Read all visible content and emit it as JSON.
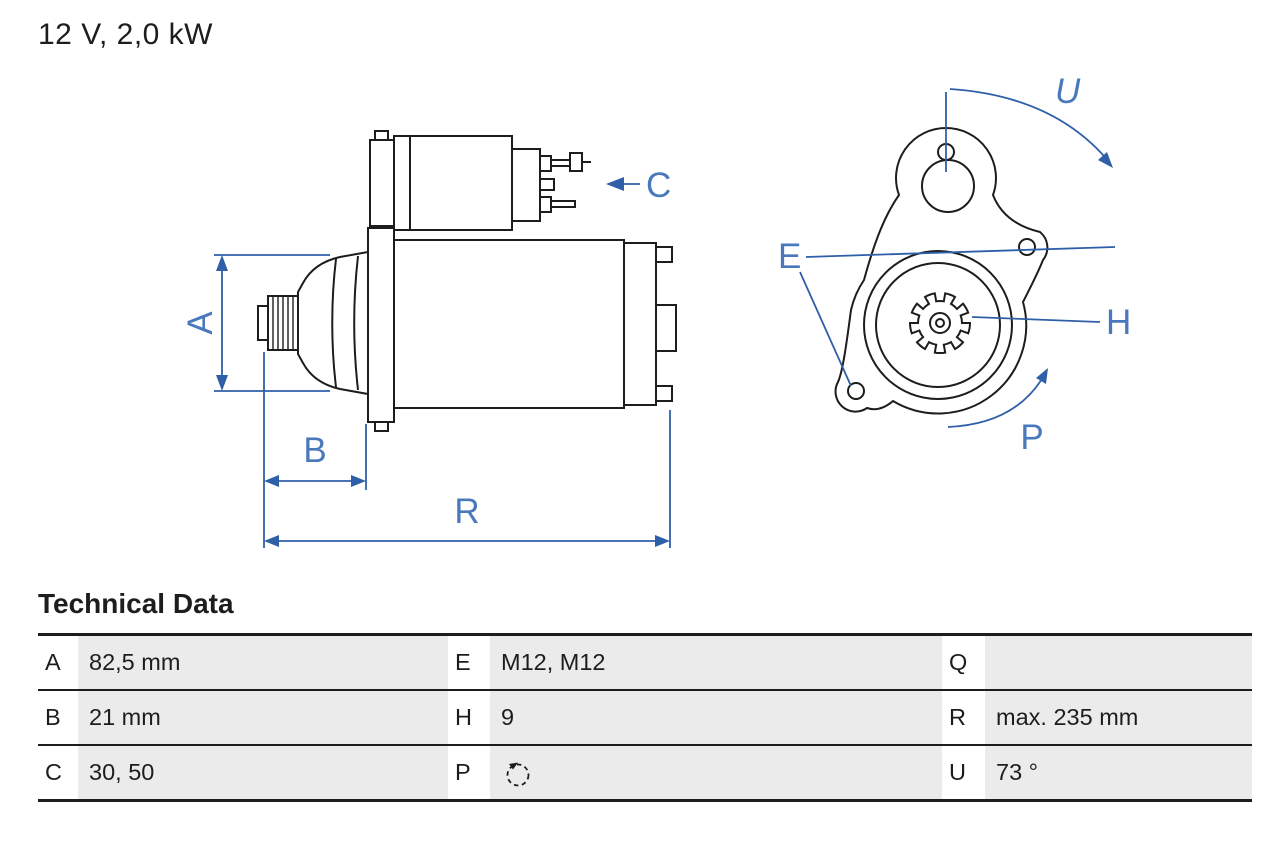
{
  "header": {
    "title": "12 V, 2,0 kW"
  },
  "diagram": {
    "dimension_labels": {
      "a": "A",
      "b": "B",
      "c": "C",
      "e": "E",
      "h": "H",
      "p": "P",
      "r": "R",
      "u": "U"
    },
    "colors": {
      "annotation_blue": "#2f5fa8",
      "drawing_black": "#1d1d1b",
      "table_value_bg": "#ebebeb"
    }
  },
  "technical_data": {
    "heading": "Technical Data",
    "rows": [
      {
        "cells": [
          "A",
          "82,5 mm",
          "E",
          "M12, M12",
          "Q",
          ""
        ]
      },
      {
        "cells": [
          "B",
          "21 mm",
          "H",
          "9",
          "R",
          "max. 235 mm"
        ]
      },
      {
        "cells": [
          "C",
          "30, 50",
          "P",
          null,
          "U",
          "73 °"
        ]
      }
    ],
    "rotation_icon": "counterclockwise-rotation"
  }
}
